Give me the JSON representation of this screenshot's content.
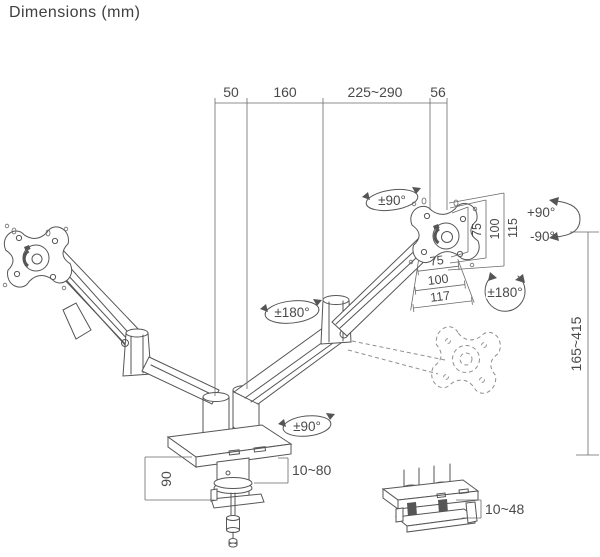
{
  "title": "Dimensions (mm)",
  "colors": {
    "background": "#ffffff",
    "line": "#555555",
    "text": "#4a4a4a",
    "phantom_line": "#8f8f8f"
  },
  "labels": {
    "top": {
      "pole_offset": "50",
      "pole_to_elbow": "160",
      "arm_reach": "225~290",
      "head_width": "56"
    },
    "vesa": {
      "v1": "75",
      "v2": "100",
      "v3": "115",
      "h1": "75",
      "h2": "100",
      "h3": "117"
    },
    "ranges": {
      "height_adjust": "165~415",
      "clamp_body": "90",
      "clamp_grip": "10~80",
      "grommet_grip": "10~48"
    },
    "rotations": {
      "head_swivel": "±90°",
      "elbow_swivel": "±180°",
      "base_swivel": "±90°",
      "tilt_up": "+90°",
      "tilt_down": "-90°",
      "screen_rotate": "±180°"
    }
  }
}
